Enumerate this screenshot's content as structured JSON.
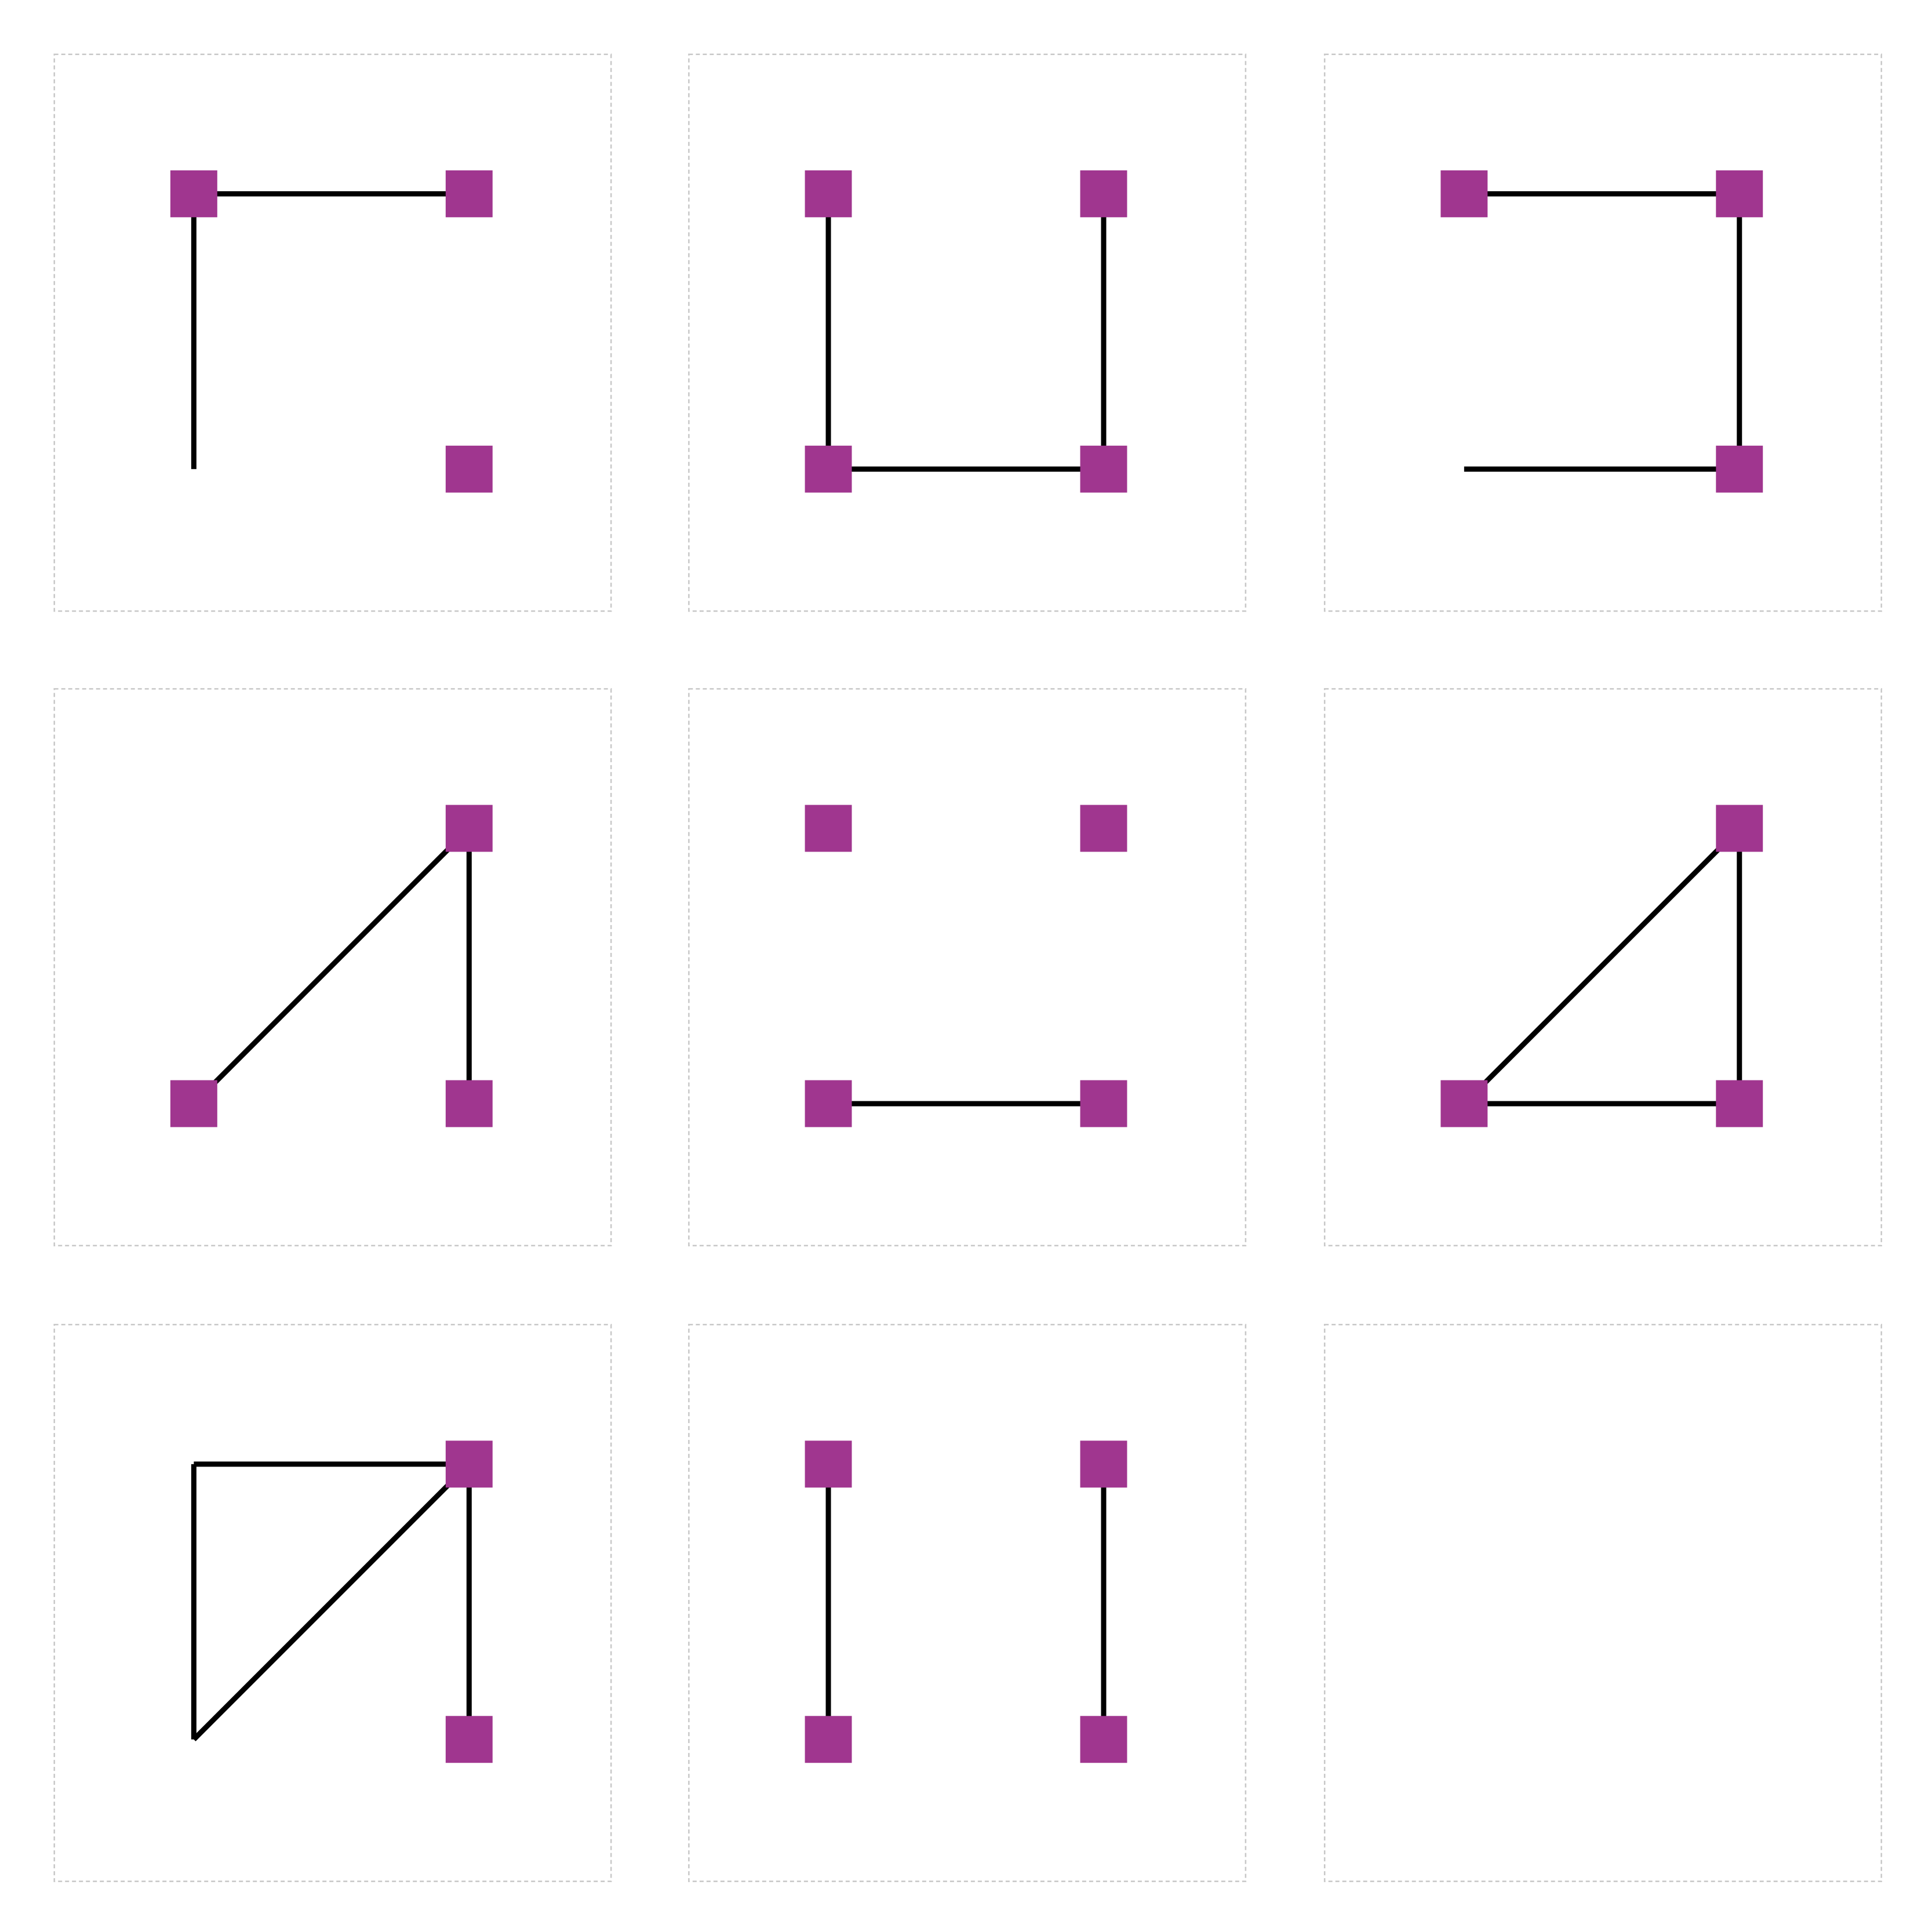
{
  "colors": {
    "node": "#a0368f",
    "edge": "#000000",
    "frame": "#c8c8c8",
    "background": "#ffffff"
  },
  "puzzle": {
    "grid": "3x3",
    "corner_order": [
      "top-left",
      "top-right",
      "bottom-left",
      "bottom-right"
    ],
    "panels": [
      {
        "id": "r1c1",
        "nodes": [
          "top-left",
          "top-right",
          "bottom-right"
        ],
        "edges": [
          [
            "top-left",
            "top-right"
          ],
          [
            "top-left",
            "bottom-left"
          ]
        ]
      },
      {
        "id": "r1c2",
        "nodes": [
          "top-left",
          "top-right",
          "bottom-left",
          "bottom-right"
        ],
        "edges": [
          [
            "top-left",
            "bottom-left"
          ],
          [
            "top-right",
            "bottom-right"
          ],
          [
            "bottom-left",
            "bottom-right"
          ]
        ]
      },
      {
        "id": "r1c3",
        "nodes": [
          "top-left",
          "top-right",
          "bottom-right"
        ],
        "edges": [
          [
            "top-left",
            "top-right"
          ],
          [
            "top-right",
            "bottom-right"
          ],
          [
            "bottom-left",
            "bottom-right"
          ]
        ]
      },
      {
        "id": "r2c1",
        "nodes": [
          "top-right",
          "bottom-left",
          "bottom-right"
        ],
        "edges": [
          [
            "bottom-left",
            "top-right"
          ],
          [
            "top-right",
            "bottom-right"
          ]
        ]
      },
      {
        "id": "r2c2",
        "nodes": [
          "top-left",
          "top-right",
          "bottom-left",
          "bottom-right"
        ],
        "edges": [
          [
            "bottom-left",
            "bottom-right"
          ]
        ]
      },
      {
        "id": "r2c3",
        "nodes": [
          "top-right",
          "bottom-left",
          "bottom-right"
        ],
        "edges": [
          [
            "bottom-left",
            "top-right"
          ],
          [
            "top-right",
            "bottom-right"
          ],
          [
            "bottom-left",
            "bottom-right"
          ]
        ]
      },
      {
        "id": "r3c1",
        "nodes": [
          "top-right",
          "bottom-right"
        ],
        "edges": [
          [
            "top-left",
            "top-right"
          ],
          [
            "top-left",
            "bottom-left"
          ],
          [
            "bottom-left",
            "top-right"
          ],
          [
            "top-right",
            "bottom-right"
          ]
        ]
      },
      {
        "id": "r3c2",
        "nodes": [
          "top-left",
          "top-right",
          "bottom-left",
          "bottom-right"
        ],
        "edges": [
          [
            "top-left",
            "bottom-left"
          ],
          [
            "top-right",
            "bottom-right"
          ]
        ]
      },
      {
        "id": "r3c3",
        "nodes": [],
        "edges": [],
        "missing": true
      }
    ]
  }
}
